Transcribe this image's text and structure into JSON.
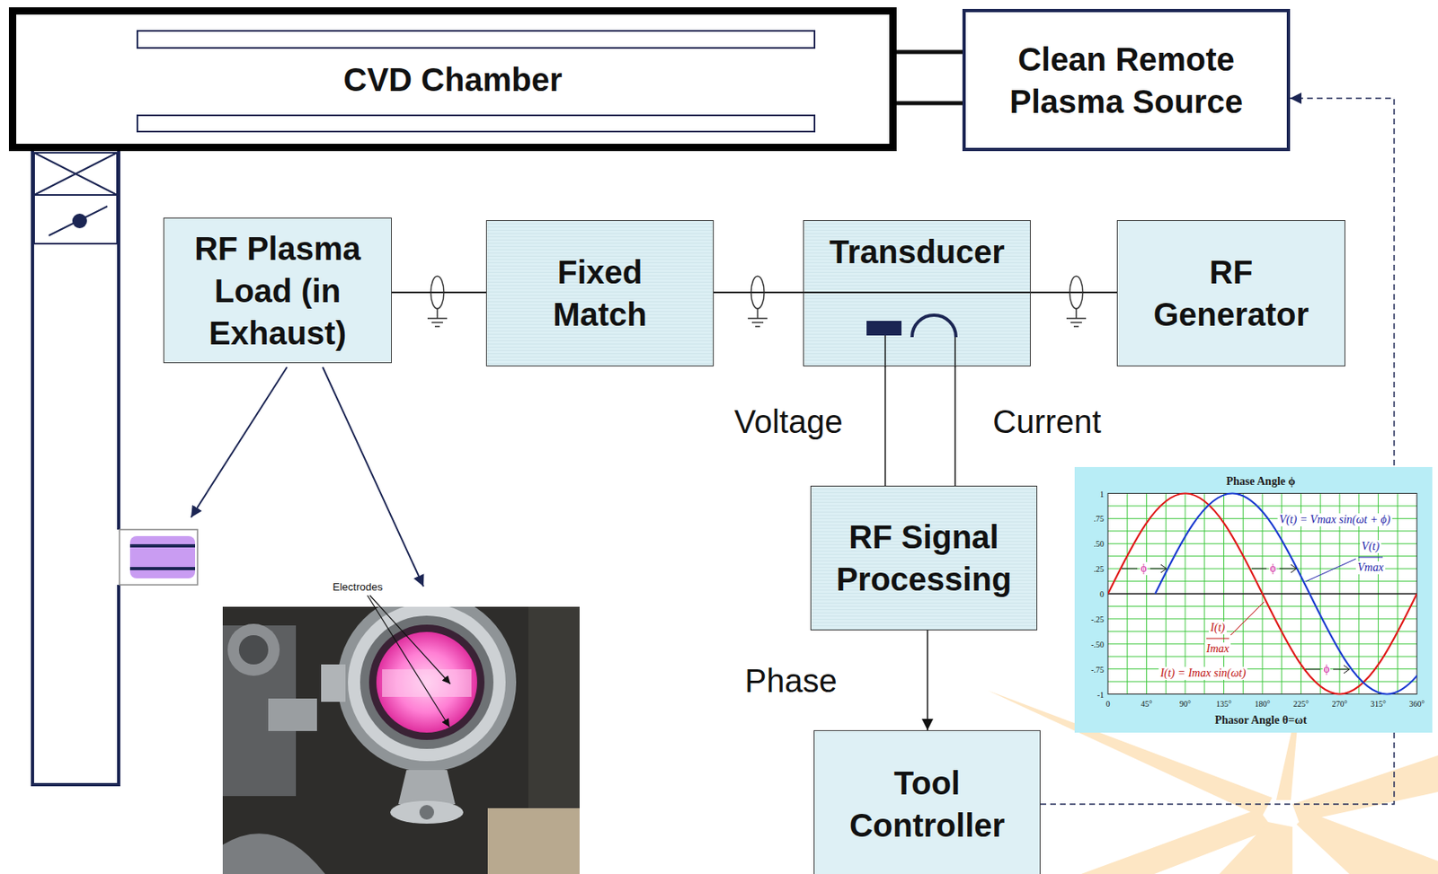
{
  "diagram": {
    "nodes": [
      {
        "text": [
          "CVD Chamber"
        ]
      },
      {
        "text": [
          "Clean Remote Plasma Source"
        ]
      },
      {
        "text": [
          "RF Plasma Load (in Exhaust)"
        ]
      },
      {
        "text": [
          "Fixed Match"
        ]
      },
      {
        "text": [
          "Transducer"
        ]
      },
      {
        "text": [
          "RF Generator"
        ]
      },
      {
        "text": [
          "RF Signal Processing"
        ]
      },
      {
        "text": [
          "Tool Controller"
        ]
      }
    ],
    "edges": [
      {
        "from": 0,
        "to": 1,
        "arrow": "none"
      },
      {
        "from": 0,
        "to": 1,
        "arrow": "none"
      },
      {
        "from": 2,
        "to": 3,
        "arrow": "none"
      },
      {
        "from": 3,
        "to": 4,
        "arrow": "none"
      },
      {
        "from": 4,
        "to": 5,
        "arrow": "none"
      },
      {
        "from": 4,
        "to": 6,
        "label": "Voltage",
        "arrow": "none"
      },
      {
        "from": 4,
        "to": 6,
        "label": "Current",
        "arrow": "none"
      },
      {
        "from": 6,
        "to": 7,
        "label": "Phase",
        "arrow": "to"
      },
      {
        "from": 7,
        "to": 1,
        "arrow": "to"
      }
    ],
    "labels": [
      "Electrodes",
      "Phase Angle ϕ",
      "V(t) = Vmax sin(ωt + ϕ)",
      "V(t)",
      "Vmax",
      "I(t)",
      "Imax",
      "I(t) = Imax sin(ωt)",
      "1",
      ".75",
      ".50",
      ".25",
      "0",
      "-.25",
      "-.50",
      "-.75",
      "-1",
      "0",
      "45°",
      "90°",
      "135°",
      "180°",
      "225°",
      "270°",
      "315°",
      "360°",
      "Phasor Angle θ=ωt",
      "ϕ",
      "ϕ",
      "ϕ"
    ]
  }
}
